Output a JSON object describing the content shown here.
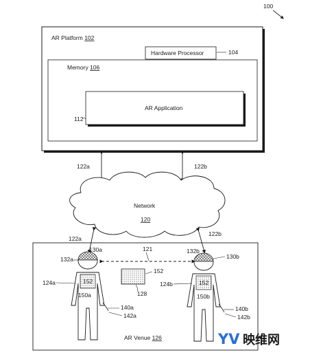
{
  "figure_number": "100",
  "platform": {
    "title": "AR Platform",
    "ref": "102"
  },
  "hardware_processor": {
    "label": "Hardware Processor",
    "ref": "104"
  },
  "memory": {
    "title": "Memory",
    "ref": "106"
  },
  "ar_application": {
    "label": "AR Application",
    "ref": "112"
  },
  "links": {
    "left_top": "122a",
    "right_top": "122b",
    "left_bottom": "122a",
    "right_bottom": "122b"
  },
  "network": {
    "label": "Network",
    "ref": "120"
  },
  "venue": {
    "label": "AR Venue",
    "ref": "126"
  },
  "users": {
    "left": {
      "body": "124a",
      "torso": "150a",
      "device": "130a",
      "cam": "132a",
      "hand1": "140a",
      "hand2": "142a",
      "screen": "152"
    },
    "right": {
      "body": "124b",
      "torso": "150b",
      "device": "130b",
      "cam": "132b",
      "hand1": "140b",
      "hand2": "142b",
      "screen": "152"
    }
  },
  "peer_link": "121",
  "venue_display": {
    "label": "152",
    "ref": "128"
  },
  "watermark": {
    "text": "映维网",
    "logo": "YV"
  }
}
